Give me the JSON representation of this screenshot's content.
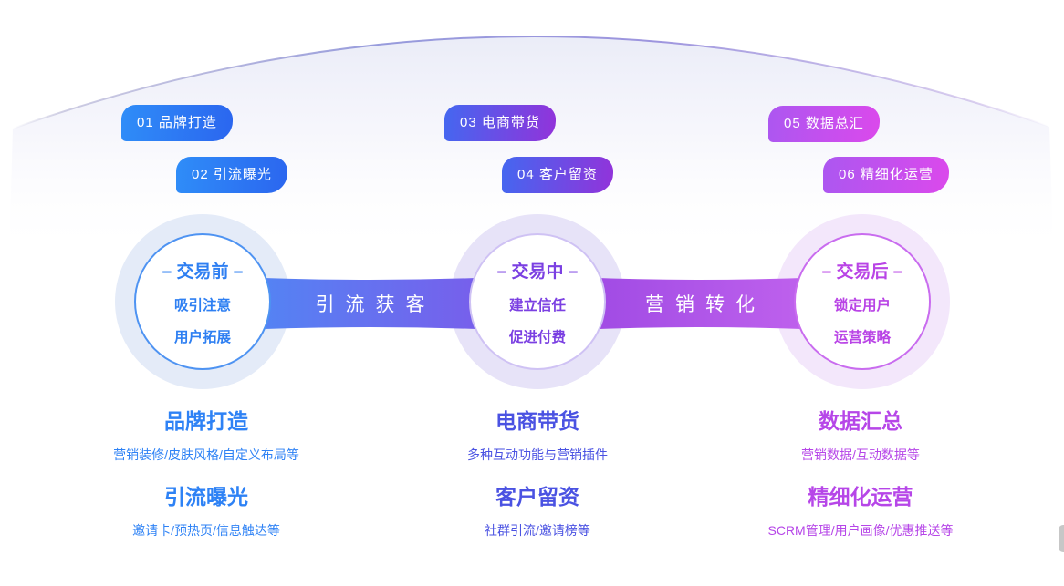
{
  "palette": {
    "blue": "#2E7FF2",
    "indigo": "#4A52E2",
    "purple": "#7B40E2",
    "magenta": "#B944E6",
    "badge_blue_gradient": [
      "#2F8DF8",
      "#2B66EF"
    ],
    "badge_blue_purple_gradient": [
      "#4467F0",
      "#9233DA"
    ],
    "badge_magenta_gradient": [
      "#AC57F0",
      "#DB49EC"
    ],
    "band_acquisition_gradient": [
      "#4A8DF6",
      "#8155E9"
    ],
    "band_conversion_gradient": [
      "#9845E2",
      "#C767EF"
    ],
    "ring_colors": [
      "#E4EBF8",
      "#E7E3F8",
      "#F3E7FB"
    ]
  },
  "badges": [
    {
      "label": "01 品牌打造"
    },
    {
      "label": "02 引流曝光"
    },
    {
      "label": "03 电商带货"
    },
    {
      "label": "04 客户留资"
    },
    {
      "label": "05 数据总汇"
    },
    {
      "label": "06 精细化运营"
    }
  ],
  "stages": [
    {
      "title": "– 交易前 –",
      "line1": "吸引注意",
      "line2": "用户拓展"
    },
    {
      "title": "– 交易中 –",
      "line1": "建立信任",
      "line2": "促进付费"
    },
    {
      "title": "– 交易后 –",
      "line1": "锁定用户",
      "line2": "运营策略"
    }
  ],
  "flows": [
    {
      "label": "引流获客"
    },
    {
      "label": "营销转化"
    }
  ],
  "footer": {
    "columns": [
      {
        "blocks": [
          {
            "heading": "品牌打造",
            "sub": "营销装修/皮肤风格/自定义布局等"
          },
          {
            "heading": "引流曝光",
            "sub": "邀请卡/预热页/信息触达等"
          }
        ]
      },
      {
        "blocks": [
          {
            "heading": "电商带货",
            "sub": "多种互动功能与营销插件"
          },
          {
            "heading": "客户留资",
            "sub": "社群引流/邀请榜等"
          }
        ]
      },
      {
        "blocks": [
          {
            "heading": "数据汇总",
            "sub": "营销数据/互动数据等"
          },
          {
            "heading": "精细化运营",
            "sub": "SCRM管理/用户画像/优惠推送等"
          }
        ]
      }
    ]
  }
}
